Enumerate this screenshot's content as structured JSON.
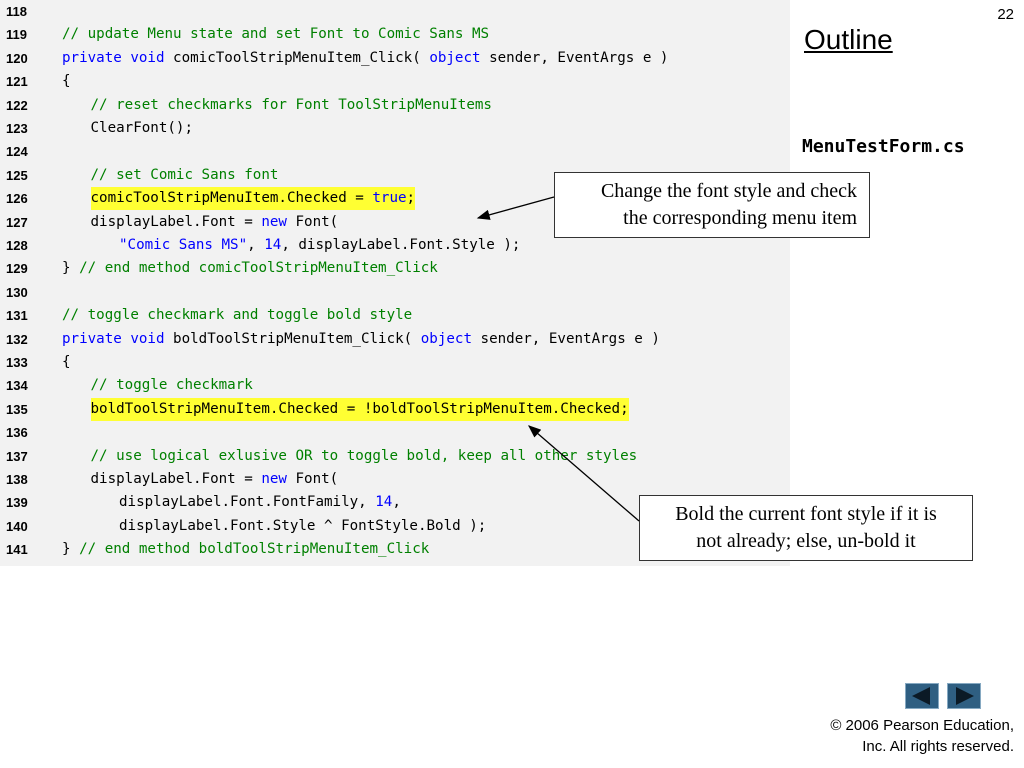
{
  "slide_number": "22",
  "outline_title": "Outline",
  "file_name": "MenuTestForm.cs",
  "code_lines": [
    {
      "n": "118",
      "indent": 0,
      "segments": []
    },
    {
      "n": "119",
      "indent": 0,
      "segments": [
        {
          "t": "// update Menu state and set Font to Comic Sans MS",
          "k": "comment"
        }
      ]
    },
    {
      "n": "120",
      "indent": 0,
      "segments": [
        {
          "t": "private",
          "k": "keyword"
        },
        {
          "t": " ",
          "k": "plain"
        },
        {
          "t": "void",
          "k": "keyword"
        },
        {
          "t": " comicToolStripMenuItem_Click( ",
          "k": "plain"
        },
        {
          "t": "object",
          "k": "keyword"
        },
        {
          "t": " sender, EventArgs e )",
          "k": "plain"
        }
      ]
    },
    {
      "n": "121",
      "indent": 0,
      "segments": [
        {
          "t": "{",
          "k": "plain"
        }
      ]
    },
    {
      "n": "122",
      "indent": 1,
      "segments": [
        {
          "t": "// reset checkmarks for Font ToolStripMenuItems",
          "k": "comment"
        }
      ]
    },
    {
      "n": "123",
      "indent": 1,
      "segments": [
        {
          "t": "ClearFont();",
          "k": "plain"
        }
      ]
    },
    {
      "n": "124",
      "indent": 0,
      "segments": []
    },
    {
      "n": "125",
      "indent": 1,
      "segments": [
        {
          "t": "// set Comic Sans font",
          "k": "comment"
        }
      ]
    },
    {
      "n": "126",
      "indent": 1,
      "highlight": true,
      "segments": [
        {
          "t": "comicToolStripMenuItem.Checked = ",
          "k": "plain"
        },
        {
          "t": "true",
          "k": "keyword"
        },
        {
          "t": ";",
          "k": "plain"
        }
      ]
    },
    {
      "n": "127",
      "indent": 1,
      "segments": [
        {
          "t": "displayLabel.Font = ",
          "k": "plain"
        },
        {
          "t": "new",
          "k": "keyword"
        },
        {
          "t": " Font(",
          "k": "plain"
        }
      ]
    },
    {
      "n": "128",
      "indent": 2,
      "segments": [
        {
          "t": "\"Comic Sans MS\"",
          "k": "string"
        },
        {
          "t": ", ",
          "k": "plain"
        },
        {
          "t": "14",
          "k": "number"
        },
        {
          "t": ", displayLabel.Font.Style );",
          "k": "plain"
        }
      ]
    },
    {
      "n": "129",
      "indent": 0,
      "segments": [
        {
          "t": "} ",
          "k": "plain"
        },
        {
          "t": "// end method comicToolStripMenuItem_Click",
          "k": "comment"
        }
      ]
    },
    {
      "n": "130",
      "indent": 0,
      "segments": []
    },
    {
      "n": "131",
      "indent": 0,
      "segments": [
        {
          "t": "// toggle checkmark and toggle bold style",
          "k": "comment"
        }
      ]
    },
    {
      "n": "132",
      "indent": 0,
      "segments": [
        {
          "t": "private",
          "k": "keyword"
        },
        {
          "t": " ",
          "k": "plain"
        },
        {
          "t": "void",
          "k": "keyword"
        },
        {
          "t": " boldToolStripMenuItem_Click( ",
          "k": "plain"
        },
        {
          "t": "object",
          "k": "keyword"
        },
        {
          "t": " sender, EventArgs e )",
          "k": "plain"
        }
      ]
    },
    {
      "n": "133",
      "indent": 0,
      "segments": [
        {
          "t": "{",
          "k": "plain"
        }
      ]
    },
    {
      "n": "134",
      "indent": 1,
      "segments": [
        {
          "t": "// toggle checkmark",
          "k": "comment"
        }
      ]
    },
    {
      "n": "135",
      "indent": 1,
      "highlight": true,
      "segments": [
        {
          "t": "boldToolStripMenuItem.Checked = !boldToolStripMenuItem.Checked;",
          "k": "plain"
        }
      ]
    },
    {
      "n": "136",
      "indent": 0,
      "segments": []
    },
    {
      "n": "137",
      "indent": 1,
      "segments": [
        {
          "t": "// use logical exlusive OR to toggle bold, keep all other styles",
          "k": "comment"
        }
      ]
    },
    {
      "n": "138",
      "indent": 1,
      "segments": [
        {
          "t": "displayLabel.Font = ",
          "k": "plain"
        },
        {
          "t": "new",
          "k": "keyword"
        },
        {
          "t": " Font(",
          "k": "plain"
        }
      ]
    },
    {
      "n": "139",
      "indent": 2,
      "segments": [
        {
          "t": "displayLabel.Font.FontFamily, ",
          "k": "plain"
        },
        {
          "t": "14",
          "k": "number"
        },
        {
          "t": ",",
          "k": "plain"
        }
      ]
    },
    {
      "n": "140",
      "indent": 2,
      "segments": [
        {
          "t": "displayLabel.Font.Style ^ FontStyle.Bold );",
          "k": "plain"
        }
      ]
    },
    {
      "n": "141",
      "indent": 0,
      "segments": [
        {
          "t": "} ",
          "k": "plain"
        },
        {
          "t": "// end method boldToolStripMenuItem_Click",
          "k": "comment"
        }
      ]
    }
  ],
  "callouts": [
    {
      "line1": "Change the font style and check",
      "line2": "the corresponding menu item"
    },
    {
      "line1": "Bold the current font style if it is",
      "line2": "not already; else, un-bold it"
    }
  ],
  "nav": {
    "prev_icon": "triangle-left-icon",
    "next_icon": "triangle-right-icon"
  },
  "copyright": {
    "line1": "© 2006 Pearson Education,",
    "line2": "Inc.  All rights reserved."
  },
  "colors": {
    "comment": "#008000",
    "keyword": "#0000ff",
    "highlight": "#ffff33",
    "code_background": "#f2f2f2",
    "nav_button": "#2f5f82"
  }
}
